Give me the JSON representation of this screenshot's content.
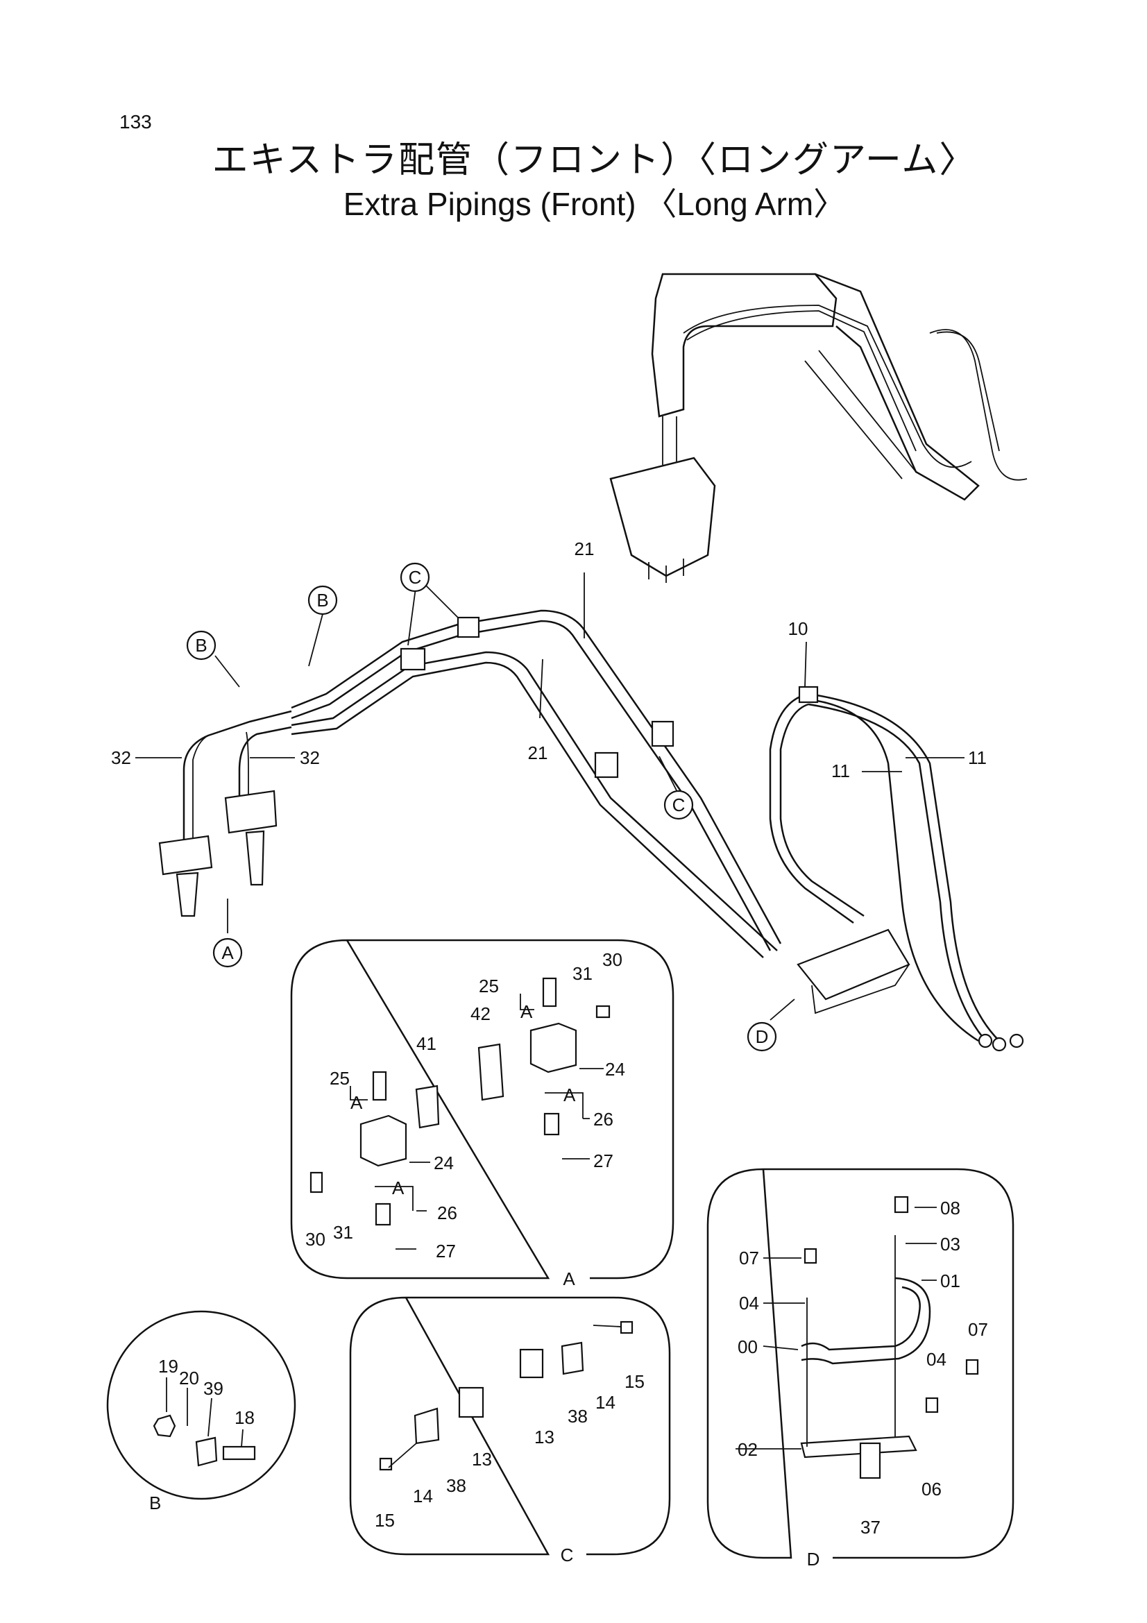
{
  "page_number": "133",
  "title_jp": "エキストラ配管（フロント）〈ロングアーム〉",
  "title_en": "Extra Pipings (Front) 〈Long Arm〉",
  "main_labels": {
    "p21a": "21",
    "p21b": "21",
    "p10": "10",
    "p11a": "11",
    "p11b": "11",
    "p32a": "32",
    "p32b": "32",
    "cB1": "B",
    "cB2": "B",
    "cC1": "C",
    "cC2": "C",
    "cA": "A",
    "cD": "D"
  },
  "detail_A": {
    "caption": "A",
    "labels": {
      "l25a": "25",
      "l31a": "31",
      "l30a": "30",
      "l42": "42",
      "l24a": "24",
      "lAa": "A",
      "lAb": "A",
      "l26a": "26",
      "l27a": "27",
      "l41": "41",
      "l25b": "25",
      "lAc": "A",
      "lAd": "A",
      "l24b": "24",
      "l30b": "30",
      "l31b": "31",
      "l26b": "26",
      "l27b": "27"
    }
  },
  "detail_B": {
    "caption": "B",
    "labels": {
      "l19": "19",
      "l20": "20",
      "l39": "39",
      "l18": "18"
    }
  },
  "detail_C": {
    "caption": "C",
    "labels": {
      "l13a": "13",
      "l38a": "38",
      "l14a": "14",
      "l15a": "15",
      "l13b": "13",
      "l38b": "38",
      "l14b": "14",
      "l15b": "15"
    }
  },
  "detail_D": {
    "caption": "D",
    "labels": {
      "l08": "08",
      "l03": "03",
      "l07a": "07",
      "l01": "01",
      "l04a": "04",
      "l00": "00",
      "l07b": "07",
      "l04b": "04",
      "l02": "02",
      "l06": "06",
      "l37": "37"
    }
  }
}
